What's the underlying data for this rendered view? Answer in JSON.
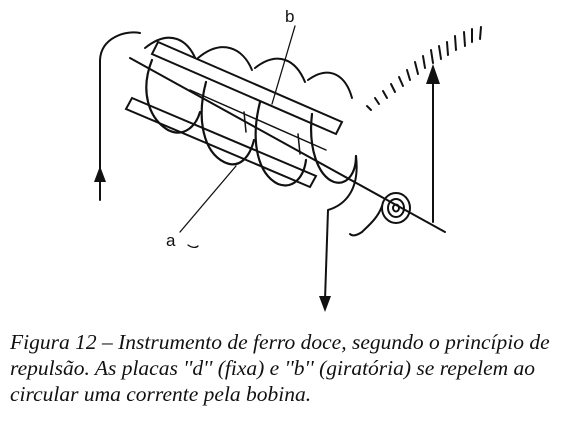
{
  "figure": {
    "labels": {
      "b": "b",
      "a": "a"
    },
    "caption": "Figura 12 – Instrumento de ferro doce, segundo o princípio de repulsão. As placas ''d'' (fixa) e ''b'' (giratória) se repelem ao circular uma corrente pela bobina."
  }
}
